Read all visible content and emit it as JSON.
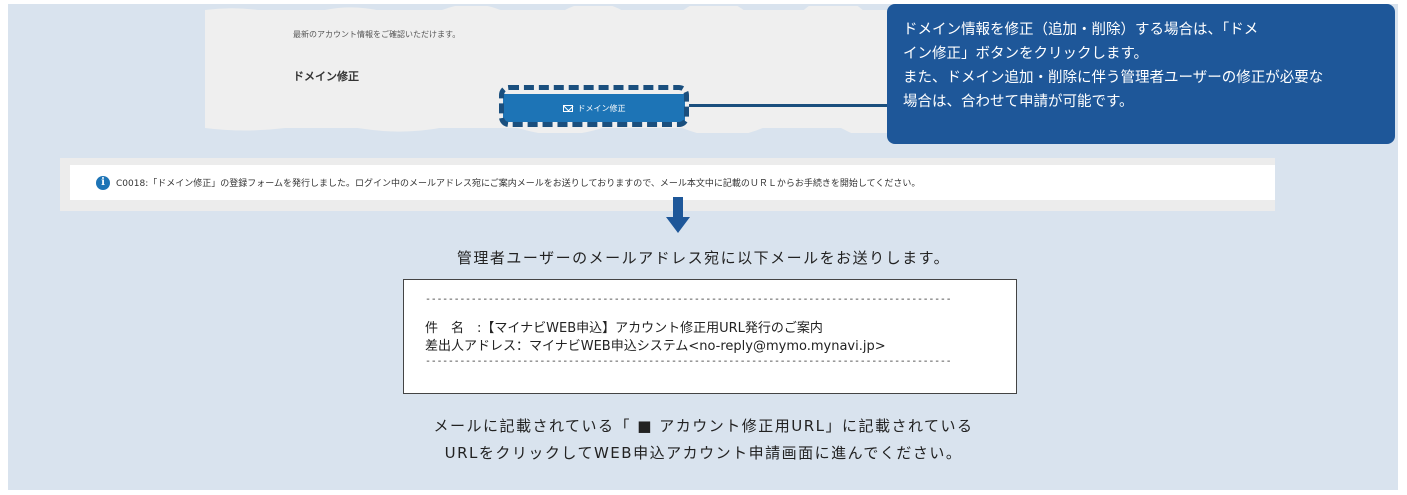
{
  "screenshot": {
    "info_text": "最新のアカウント情報をご確認いただけます。",
    "section_heading": "ドメイン修正",
    "button_label": "ドメイン修正",
    "button_icon": "mail-icon"
  },
  "callout": {
    "line1": "ドメイン情報を修正（追加・削除）する場合は、「ドメ",
    "line2": "イン修正」ボタンをクリックします。",
    "line3": "また、ドメイン追加・削除に伴う管理者ユーザーの修正が必要な",
    "line4": "場合は、合わせて申請が可能です。"
  },
  "notice": {
    "icon": "info-icon",
    "text": "C0018:「ドメイン修正」の登録フォームを発行しました。ログイン中のメールアドレス宛にご案内メールをお送りしておりますので、メール本文中に記載のＵＲＬからお手続きを開始してください。"
  },
  "mail": {
    "lead": "管理者ユーザーのメールアドレス宛に以下メールをお送りします。",
    "divider": "--------------------------------------------------------------------------------------------",
    "subject_row": "件　名　:【マイナビWEB申込】アカウント修正用URL発行のご案内",
    "sender_row": "差出人アドレス：マイナビWEB申込システム<no-reply@mymo.mynavi.jp>",
    "footer_line1": "メールに記載されている「 ■ アカウント修正用URL」に記載されている",
    "footer_line2": "URLをクリックしてWEB申込アカウント申請画面に進んでください。"
  },
  "colors": {
    "panel": "#d9e3ee",
    "callout": "#1e5799",
    "button": "#1d74b6",
    "highlight": "#1a4f7e"
  }
}
